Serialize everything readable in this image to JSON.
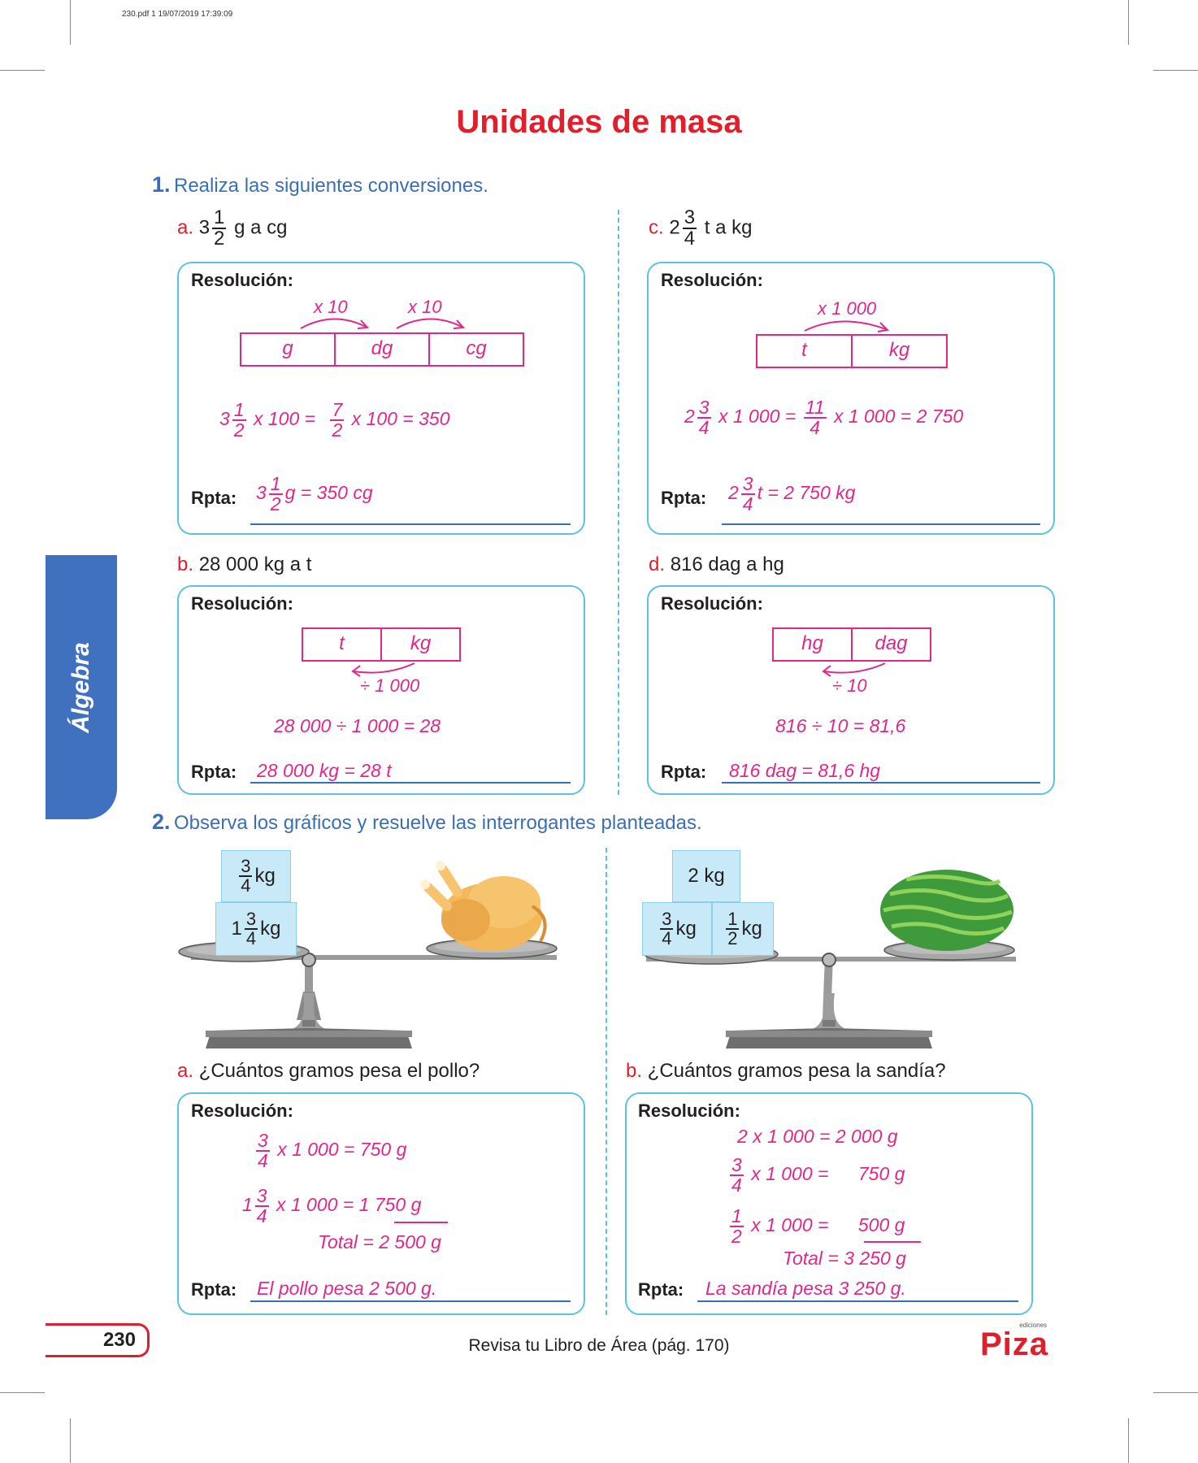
{
  "header": {
    "meta": "230.pdf  1  19/07/2019  17:39:09"
  },
  "title": "Unidades de masa",
  "sidebar": {
    "label": "Álgebra"
  },
  "q1": {
    "num": "1.",
    "text": "Realiza las siguientes conversiones.",
    "res_label": "Resolución:",
    "rpta_label": "Rpta:",
    "a": {
      "letter": "a.",
      "whole": "3",
      "num": "1",
      "den": "2",
      "rest": "g  a  cg",
      "units": [
        "g",
        "dg",
        "cg"
      ],
      "mult1": "x 10",
      "mult2": "x 10",
      "eq_whole": "3",
      "eq_n1": "1",
      "eq_d1": "2",
      "eq_op1": "x 100  =",
      "eq_n2": "7",
      "eq_d2": "2",
      "eq_op2": "x 100 = 350",
      "ans_whole": "3",
      "ans_n": "1",
      "ans_d": "2",
      "ans_rest": "g = 350 cg"
    },
    "b": {
      "letter": "b.",
      "text": "28 000 kg a t",
      "units": [
        "t",
        "kg"
      ],
      "op": "÷ 1 000",
      "eq": "28 000  ÷  1 000  =  28",
      "ans": "28 000 kg = 28 t"
    },
    "c": {
      "letter": "c.",
      "whole": "2",
      "num": "3",
      "den": "4",
      "rest": "t   a  kg",
      "units": [
        "t",
        "kg"
      ],
      "mult": "x 1 000",
      "eq_whole": "2",
      "eq_n1": "3",
      "eq_d1": "4",
      "eq_op1": "x 1 000 =",
      "eq_n2": "11",
      "eq_d2": "4",
      "eq_op2": "x 1 000 = 2 750",
      "ans_whole": "2",
      "ans_n": "3",
      "ans_d": "4",
      "ans_rest": "t = 2 750 kg"
    },
    "d": {
      "letter": "d.",
      "text": "816 dag a hg",
      "units": [
        "hg",
        "dag"
      ],
      "op": "÷ 10",
      "eq": "816  ÷  10  =  81,6",
      "ans": "816 dag = 81,6 hg"
    }
  },
  "q2": {
    "num": "2.",
    "text": "Observa los gráficos y resuelve las interrogantes planteadas.",
    "left_scale": {
      "block1": {
        "n": "3",
        "d": "4",
        "unit": "kg"
      },
      "block2": {
        "whole": "1",
        "n": "3",
        "d": "4",
        "unit": "kg"
      }
    },
    "right_scale": {
      "block1": {
        "text": "2 kg"
      },
      "block2": {
        "n": "3",
        "d": "4",
        "unit": "kg"
      },
      "block3": {
        "n": "1",
        "d": "2",
        "unit": "kg"
      }
    },
    "a": {
      "letter": "a.",
      "text": "¿Cuántos gramos pesa el pollo?",
      "l1_n": "3",
      "l1_d": "4",
      "l1": "x  1 000   = 750 g",
      "l2_w": "1",
      "l2_n": "3",
      "l2_d": "4",
      "l2": "x  1 000   =",
      "l2_r": "1 750 g",
      "total": "Total  = 2 500 g",
      "ans": "El pollo pesa 2 500 g."
    },
    "b": {
      "letter": "b.",
      "text": "¿Cuántos gramos pesa la sandía?",
      "l1": "2   x  1 000  =   2 000 g",
      "l2_n": "3",
      "l2_d": "4",
      "l2": "x  1 000  =",
      "l2_r": "750 g",
      "l3_n": "1",
      "l3_d": "2",
      "l3": "x  1 000  =",
      "l3_r": "500 g",
      "total": "Total  =   3 250 g",
      "ans": "La sandía pesa 3 250 g."
    }
  },
  "footer": {
    "page": "230",
    "ref": "Revisa tu Libro de Área (pág. 170)",
    "logo": "Piza",
    "logo_small": "ediciones"
  },
  "colors": {
    "accent_red": "#e01e2c",
    "magenta": "#e0288a",
    "blue": "#3a6fb5",
    "cyan": "#5bc3dc"
  }
}
